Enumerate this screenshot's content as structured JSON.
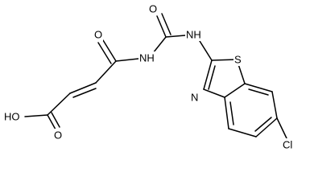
{
  "diagram": {
    "atom_labels": {
      "hydroxyl": "HO",
      "acid_carbonyl_o": "O",
      "amide_carbonyl_o": "O",
      "urea_carbonyl_o": "O",
      "imide_nh": "NH",
      "urea_nh": "NH",
      "thiazole_s": "S",
      "thiazole_n": "N",
      "chlorine": "Cl"
    },
    "colors": {
      "bond": "#000000",
      "label": "#000000",
      "background": "#ffffff"
    }
  }
}
